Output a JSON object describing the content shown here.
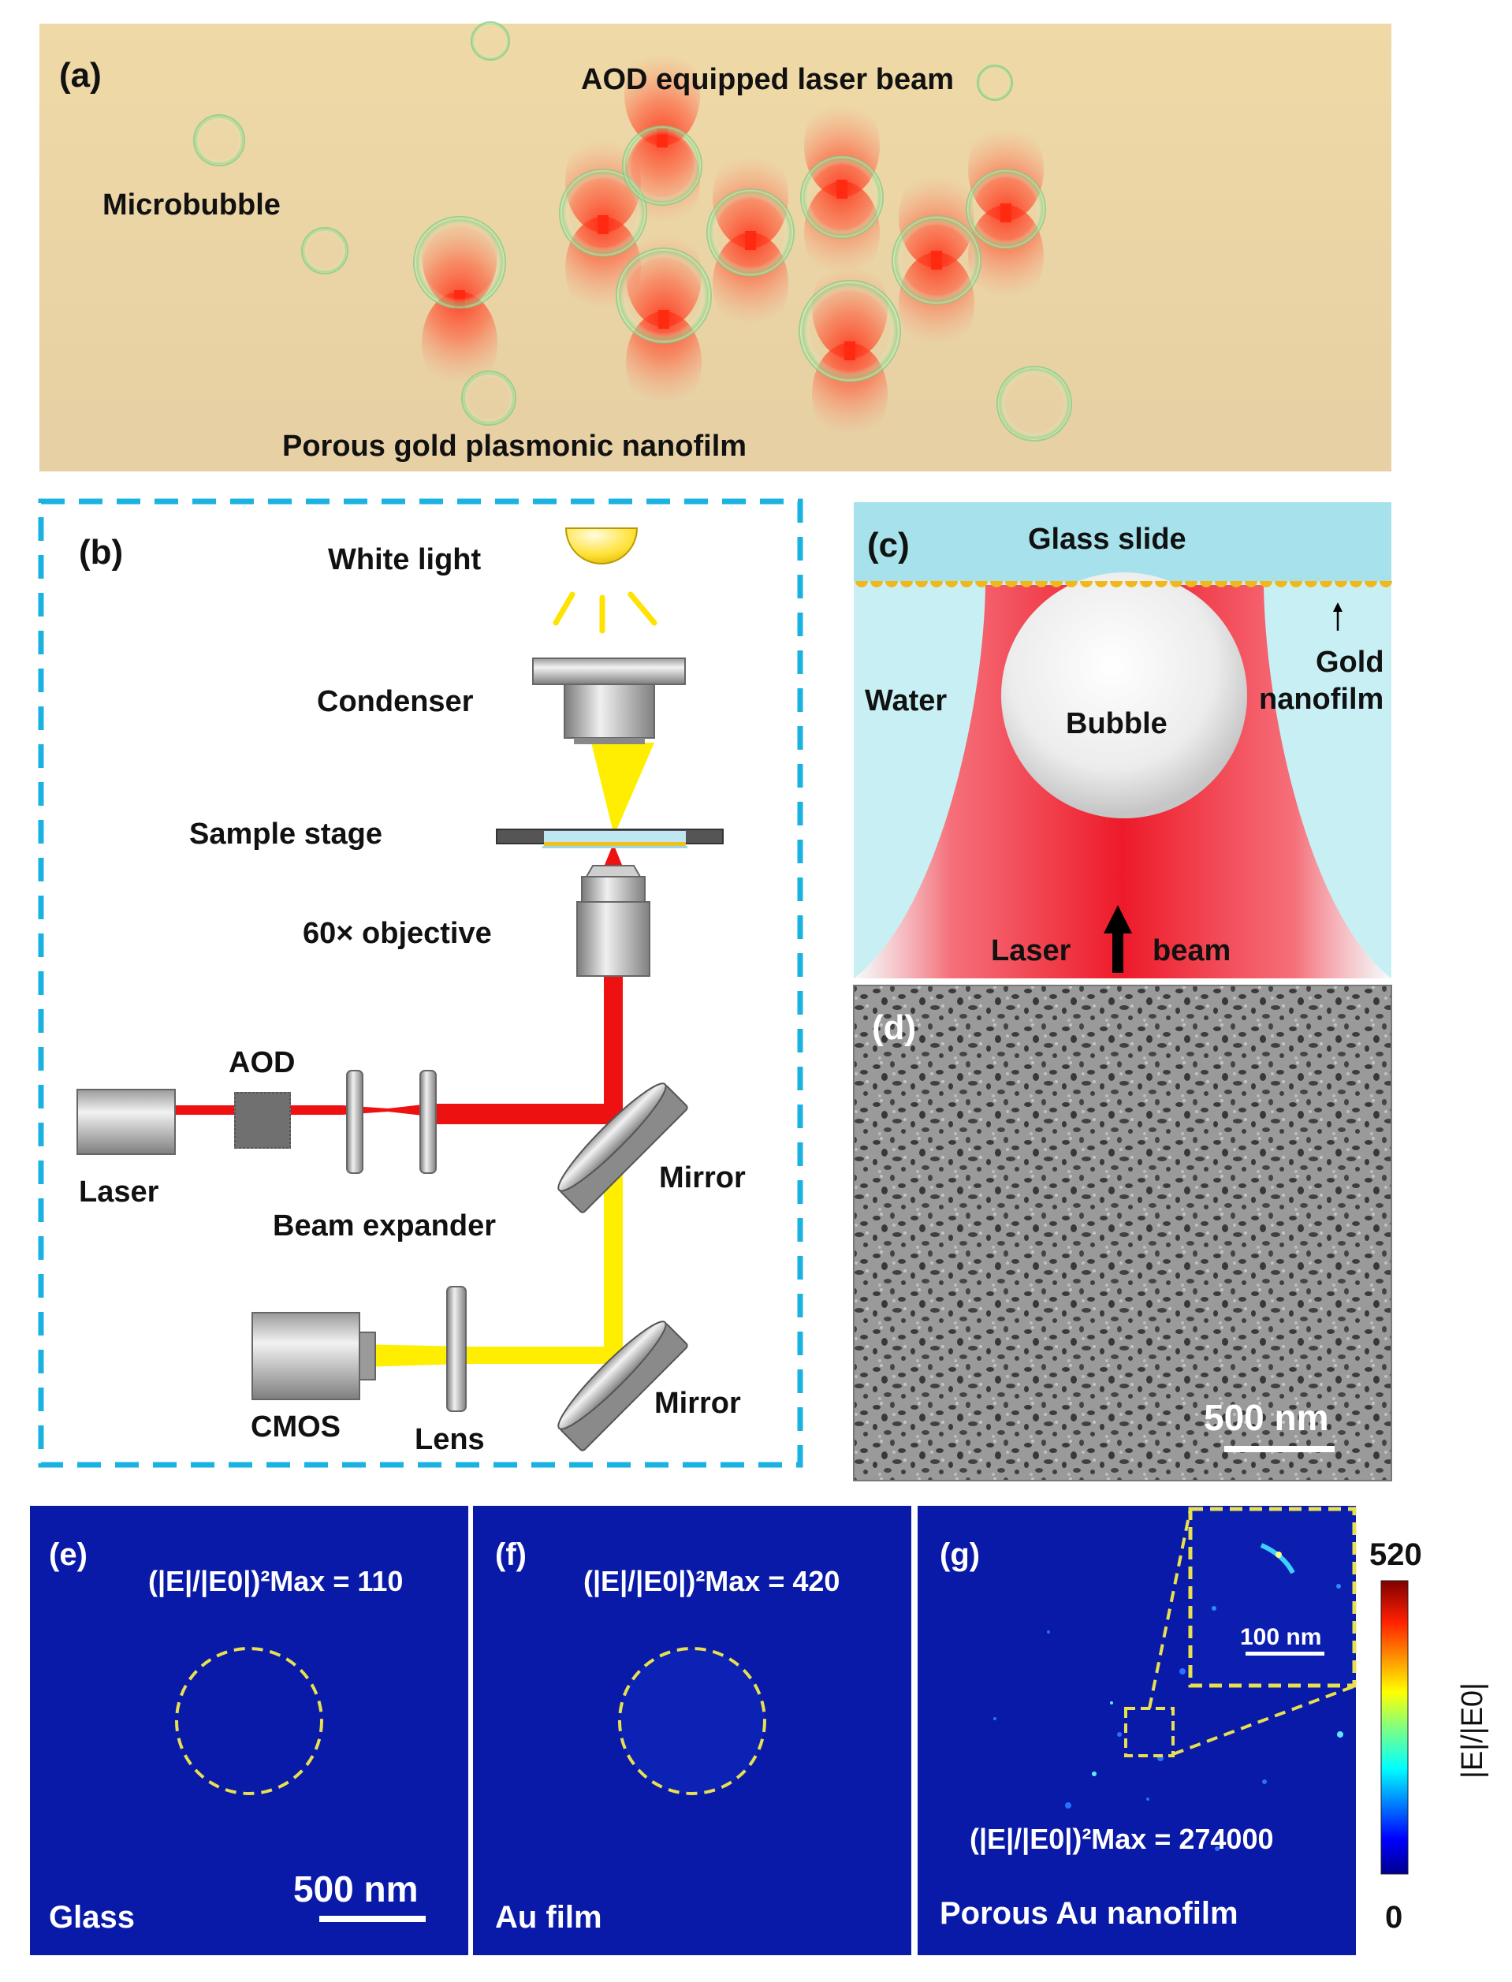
{
  "panels": {
    "a": {
      "label": "(a)",
      "title": "AOD equipped laser beam",
      "microbubble": "Microbubble",
      "substrate": "Porous gold plasmonic nanofilm"
    },
    "b": {
      "label": "(b)",
      "white_light": "White light",
      "condenser": "Condenser",
      "sample_stage": "Sample stage",
      "objective": "60× objective",
      "aod": "AOD",
      "laser": "Laser",
      "beam_expander": "Beam expander",
      "mirror_upper": "Mirror",
      "mirror_lower": "Mirror",
      "cmos": "CMOS",
      "lens": "Lens"
    },
    "c": {
      "label": "(c)",
      "glass_slide": "Glass slide",
      "water": "Water",
      "bubble": "Bubble",
      "gold_line1": "Gold",
      "gold_line2": "nanofilm",
      "laser": "Laser",
      "beam": "beam"
    },
    "d": {
      "label": "(d)",
      "scale": "500 nm"
    },
    "e": {
      "label": "(e)",
      "formula_prefix": "(|E|/|E0|)²Max = ",
      "max_value": "110",
      "substrate": "Glass",
      "scale": "500 nm"
    },
    "f": {
      "label": "(f)",
      "formula_prefix": "(|E|/|E0|)²Max = ",
      "max_value": "420",
      "substrate": "Au film"
    },
    "g": {
      "label": "(g)",
      "formula_prefix": "(|E|/|E0|)²Max = ",
      "max_value": "274000",
      "substrate": "Porous Au nanofilm",
      "inset_scale": "100 nm"
    },
    "colorbar": {
      "max": "520",
      "min": "0",
      "label": "|E|/|E0|"
    }
  },
  "colors": {
    "laser_red": "#ee1111",
    "light_yellow": "#ffee00",
    "water_blue": "#c8f0f4",
    "field_bg": "#0a1aa8",
    "frame_dash": "#1ab2e0",
    "circle_dash": "#e8e050"
  }
}
